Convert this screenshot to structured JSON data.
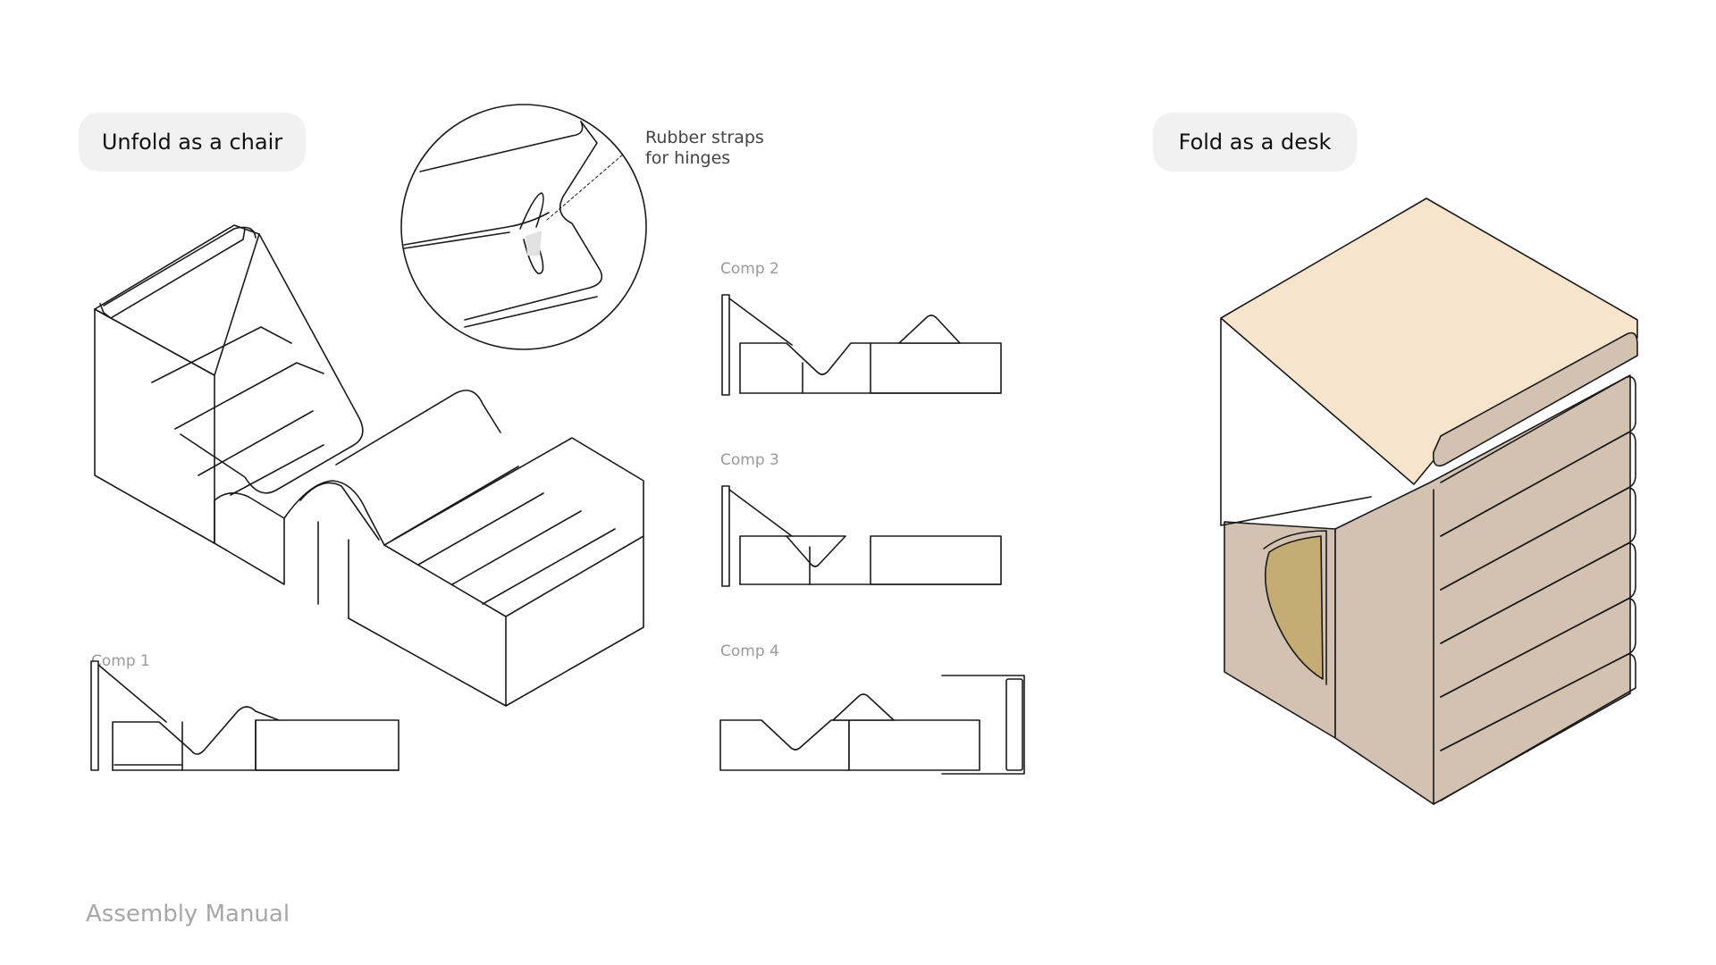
{
  "labels": {
    "unfold": "Unfold as a chair",
    "fold": "Fold as a desk",
    "callout_line1": "Rubber straps",
    "callout_line2": "for hinges",
    "comp1": "Comp 1",
    "comp2": "Comp 2",
    "comp3": "Comp 3",
    "comp4": "Comp 4",
    "footer": "Assembly Manual"
  },
  "colors": {
    "line": "#1a1a1a",
    "desk_top": "#f7e4cc",
    "desk_body": "#d3c2b1",
    "desk_inset": "#c4ac74",
    "pill_bg": "#f1f1f1"
  }
}
